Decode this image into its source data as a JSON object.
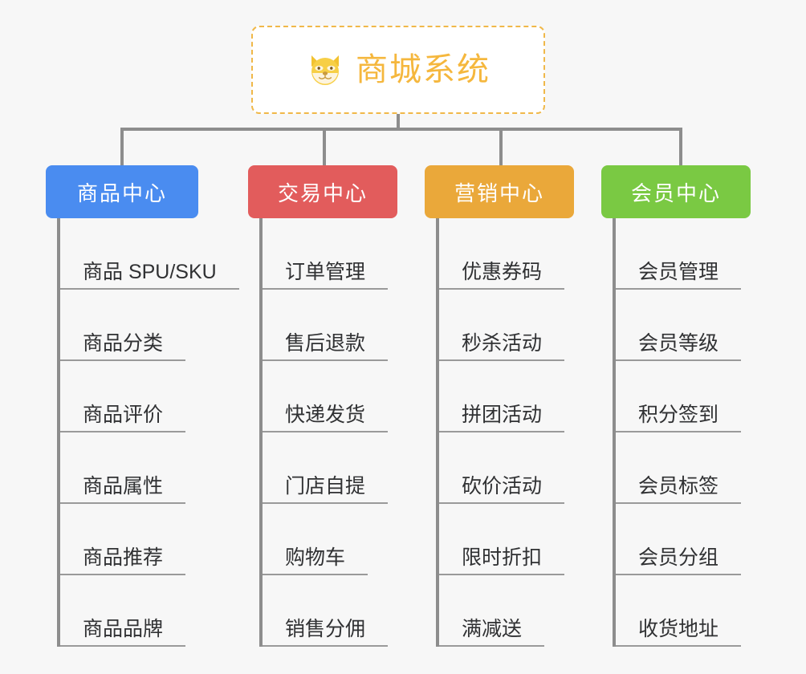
{
  "page": {
    "background_color": "#f7f7f7",
    "connector_color": "#8d8d8d",
    "leaf_text_color": "#303133",
    "leaf_underline_color": "#9a9a9a"
  },
  "root": {
    "title": "商城系统",
    "icon": "shiba-dog-face-icon",
    "text_color": "#f5b73d",
    "border_color": "#f0b849",
    "background_color": "#ffffff"
  },
  "columns": [
    {
      "id": "product-center",
      "title": "商品中心",
      "color": "#4a8cf0",
      "items": [
        "商品 SPU/SKU",
        "商品分类",
        "商品评价",
        "商品属性",
        "商品推荐",
        "商品品牌"
      ]
    },
    {
      "id": "trade-center",
      "title": "交易中心",
      "color": "#e25c5c",
      "items": [
        "订单管理",
        "售后退款",
        "快递发货",
        "门店自提",
        "购物车",
        "销售分佣"
      ]
    },
    {
      "id": "marketing-center",
      "title": "营销中心",
      "color": "#eaa83a",
      "items": [
        "优惠券码",
        "秒杀活动",
        "拼团活动",
        "砍价活动",
        "限时折扣",
        "满减送"
      ]
    },
    {
      "id": "member-center",
      "title": "会员中心",
      "color": "#7ac943",
      "items": [
        "会员管理",
        "会员等级",
        "积分签到",
        "会员标签",
        "会员分组",
        "收货地址"
      ]
    }
  ]
}
